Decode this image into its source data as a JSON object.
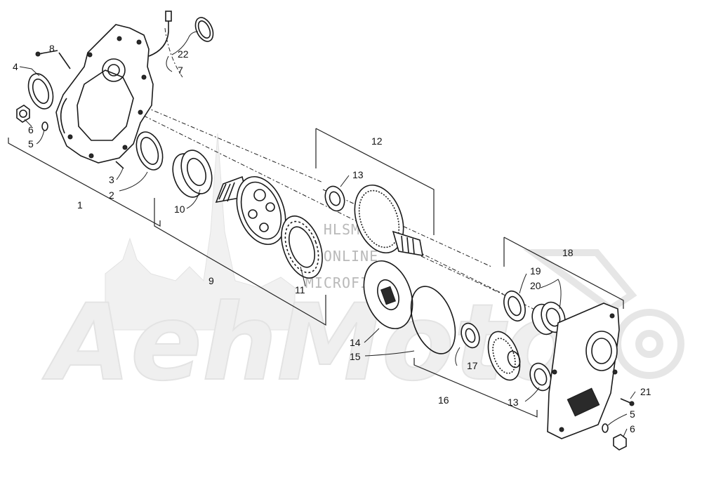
{
  "watermark": {
    "line1": "HLSM'S",
    "line2": "ONLINE",
    "line3": "MICROFICHE",
    "brand": "AehMoto"
  },
  "callouts": {
    "p1": "1",
    "p2": "2",
    "p3": "3",
    "p4": "4",
    "p5a": "5",
    "p5b": "5",
    "p6a": "6",
    "p6b": "6",
    "p7": "7",
    "p8": "8",
    "p9": "9",
    "p10": "10",
    "p11": "11",
    "p12": "12",
    "p13a": "13",
    "p13b": "13",
    "p14": "14",
    "p15": "15",
    "p16": "16",
    "p17": "17",
    "p18": "18",
    "p19": "19",
    "p20": "20",
    "p21": "21",
    "p22": "22"
  }
}
